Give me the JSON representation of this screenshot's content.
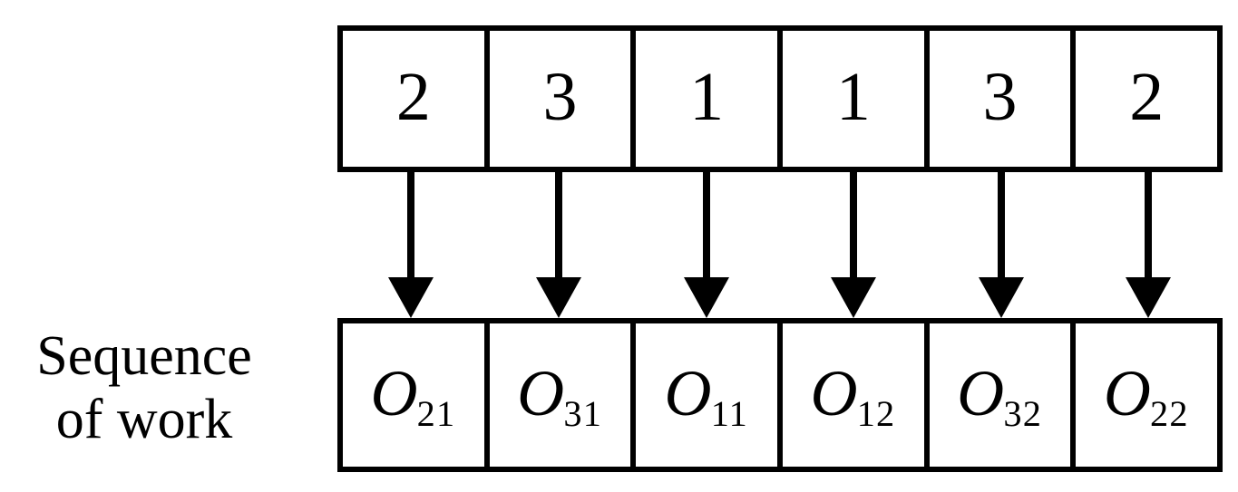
{
  "figure": {
    "caption_lines": [
      "Sequence",
      "of work"
    ],
    "line_color": "#000000",
    "background": "#ffffff"
  },
  "top_row": {
    "name": "job-number-row",
    "cells": [
      {
        "value": "2"
      },
      {
        "value": "3"
      },
      {
        "value": "1"
      },
      {
        "value": "1"
      },
      {
        "value": "3"
      },
      {
        "value": "2"
      }
    ]
  },
  "bottom_row": {
    "name": "operation-sequence-row",
    "cells": [
      {
        "base": "O",
        "sub": "21"
      },
      {
        "base": "O",
        "sub": "31"
      },
      {
        "base": "O",
        "sub": "11"
      },
      {
        "base": "O",
        "sub": "12"
      },
      {
        "base": "O",
        "sub": "32"
      },
      {
        "base": "O",
        "sub": "22"
      }
    ]
  },
  "arrows": {
    "count": 6,
    "direction": "down",
    "icon": "arrow-down-icon"
  }
}
